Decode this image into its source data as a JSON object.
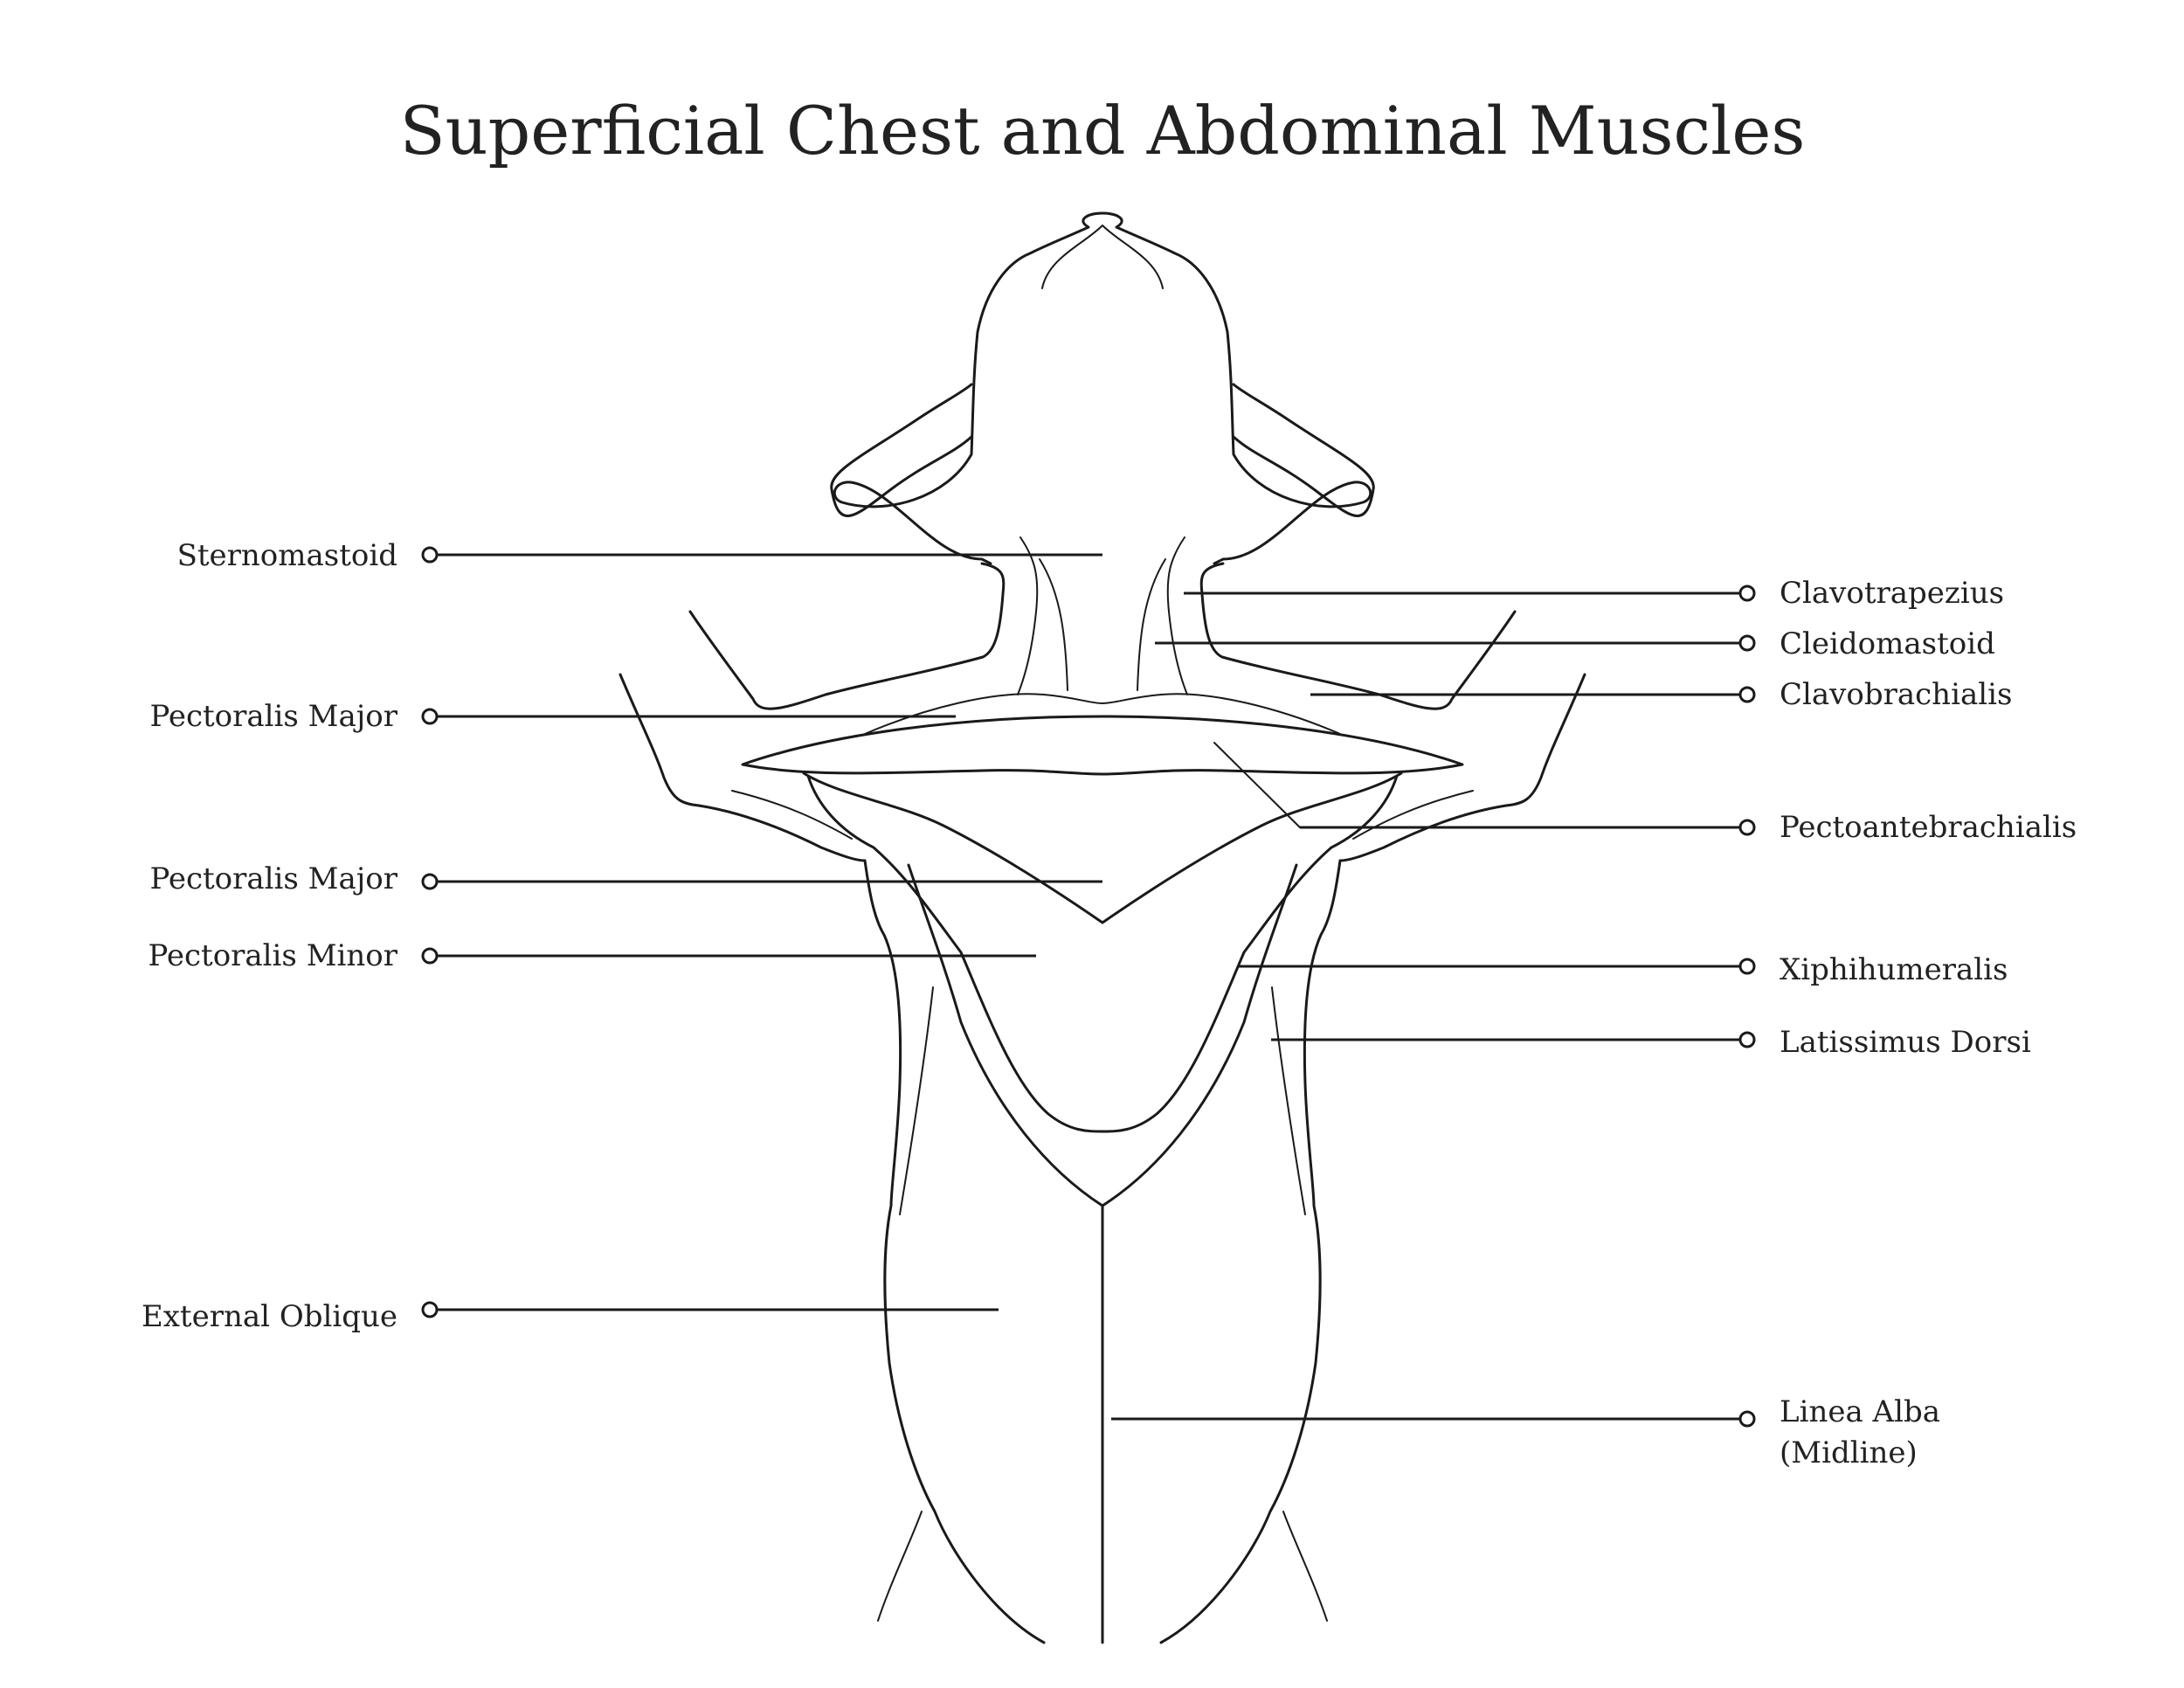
{
  "title": "Superficial Chest and Abdominal Muscles",
  "labels_left": [
    {
      "id": "sternomastoid",
      "text": "Sternomastoid"
    },
    {
      "id": "pectoralis-major-1",
      "text": "Pectoralis Major"
    },
    {
      "id": "pectoralis-major-2",
      "text": "Pectoralis Major"
    },
    {
      "id": "pectoralis-minor",
      "text": "Pectoralis Minor"
    },
    {
      "id": "external-oblique",
      "text": "External Oblique"
    }
  ],
  "labels_right": [
    {
      "id": "clavotrapezius",
      "text": "Clavotrapezius"
    },
    {
      "id": "cleidomastoid",
      "text": "Cleidomastoid"
    },
    {
      "id": "clavobrachialis",
      "text": "Clavobrachialis"
    },
    {
      "id": "pectoantebrachialis",
      "text": "Pectoantebrachialis"
    },
    {
      "id": "xiphihumeralis",
      "text": "Xiphihumeralis"
    },
    {
      "id": "latissimus-dorsi",
      "text": "Latissimus Dorsi"
    },
    {
      "id": "linea-alba",
      "text": "Linea Alba",
      "text2": "(Midline)"
    }
  ]
}
